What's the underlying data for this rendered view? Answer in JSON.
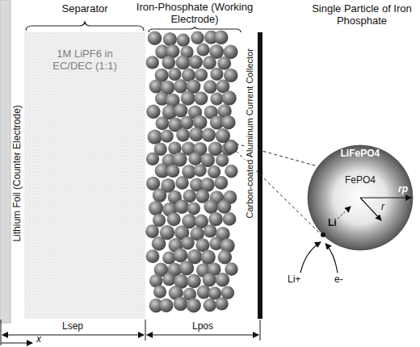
{
  "diagram": {
    "nodes": [
      {
        "text": [
          "Lithium Foil (Counter Electrode)"
        ]
      },
      {
        "text": [
          "Separator",
          "1M LiPF6 in EC/DEC (1:1)"
        ]
      },
      {
        "text": [
          "Iron-Phosphate (Working Electrode)"
        ]
      },
      {
        "text": [
          "Carbon-coated Aluminum Current Collector"
        ]
      },
      {
        "text": [
          "LiFePO4",
          "FePO4"
        ]
      }
    ],
    "labels": [
      "Single Particle of Iron Phosphate",
      "r",
      "rp",
      "Li",
      "Li+",
      "e-",
      "Lsep",
      "Lpos",
      "x"
    ]
  }
}
